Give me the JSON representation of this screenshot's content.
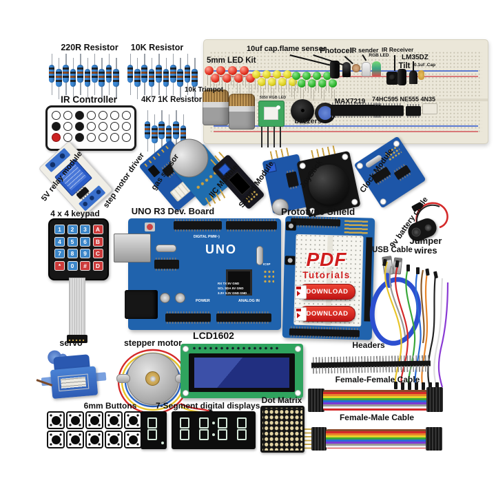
{
  "labels": {
    "res220": "220R Resistor",
    "res10k": "10K Resistor",
    "ir_controller": "IR Controller",
    "res4k7": "4K7 1K Resistor",
    "led_kit": "5mm LED Kit",
    "cap_flame": "10uf cap.flame sensor",
    "photocell": "Photocell",
    "ir_sender": "IR sender",
    "rgb_led": "RGB LED",
    "ir_receiver": "IR Receiver",
    "lm35dz": "LM35DZ",
    "tilt": "Tilt",
    "cap01": "0.1uf .Cap",
    "trimpot": "10k Trimpot",
    "rgb5050": "5050 RGB LED",
    "buzzers": "buzzers",
    "max7219": "MAX7219",
    "ics": "74HC595 NE555 4N35",
    "relay": "5V relay module",
    "step_driver": "step motor driver",
    "gas": "gas sensor",
    "iic": "IIC Module",
    "sound": "Sound Module",
    "joystick": "JoyStick",
    "clock": "Clock Module",
    "battery": "9v battery cable",
    "keypad": "4 x 4 keypad",
    "uno": "UNO R3 Dev. Board",
    "proto": "Prototype Shield",
    "usb": "USB Cable",
    "jumper1": "Jumper",
    "jumper2": "wires",
    "servo": "servo",
    "stepper": "stepper motor",
    "lcd": "LCD1602",
    "headers": "Headers",
    "ff_cable": "Female-Female Cable",
    "fm_cable": "Female-Male Cable",
    "buttons6mm": "6mm Buttons",
    "seg7": "7-Segment digital displays",
    "dot_matrix": "Dot Matrix"
  },
  "uno_board": {
    "name": "UNO",
    "digital": "DIGITAL PWM~)",
    "power": "POWER",
    "analog": "ANALOG IN",
    "icsp": "ICSP",
    "pin_row1": "RX TX 5V GND",
    "pin_row2": "SCL SDA 5V GND",
    "pin_row3": "3.3V 3.3V GND GND"
  },
  "pdf": {
    "title": "PDF",
    "subtitle": "Tutorials",
    "download": "DOWNLOAD"
  },
  "keypad_keys": [
    "1",
    "2",
    "3",
    "A",
    "4",
    "5",
    "6",
    "B",
    "7",
    "8",
    "9",
    "C",
    "*",
    "0",
    "#",
    "D"
  ],
  "counts": {
    "resistors_220r": 10,
    "resistors_10k": 10,
    "resistors_4k7": 6,
    "remote_buttons": 21,
    "leds_red": 8,
    "leds_yellow": 8,
    "leds_green": 8,
    "buttons_6mm": 10,
    "segment_digits": 4
  },
  "colors": {
    "pcb_blue": "#2063ad",
    "breadboard": "#ebe7d9",
    "accent_red": "#cf1d1d",
    "key_blue": "#3c86c8",
    "key_red": "#cc3a3a",
    "lcd_green": "#2fa35e",
    "lcd_screen": "#25337f",
    "servo_blue": "#3a72c8",
    "cable_blue": "#2c4fd0"
  }
}
